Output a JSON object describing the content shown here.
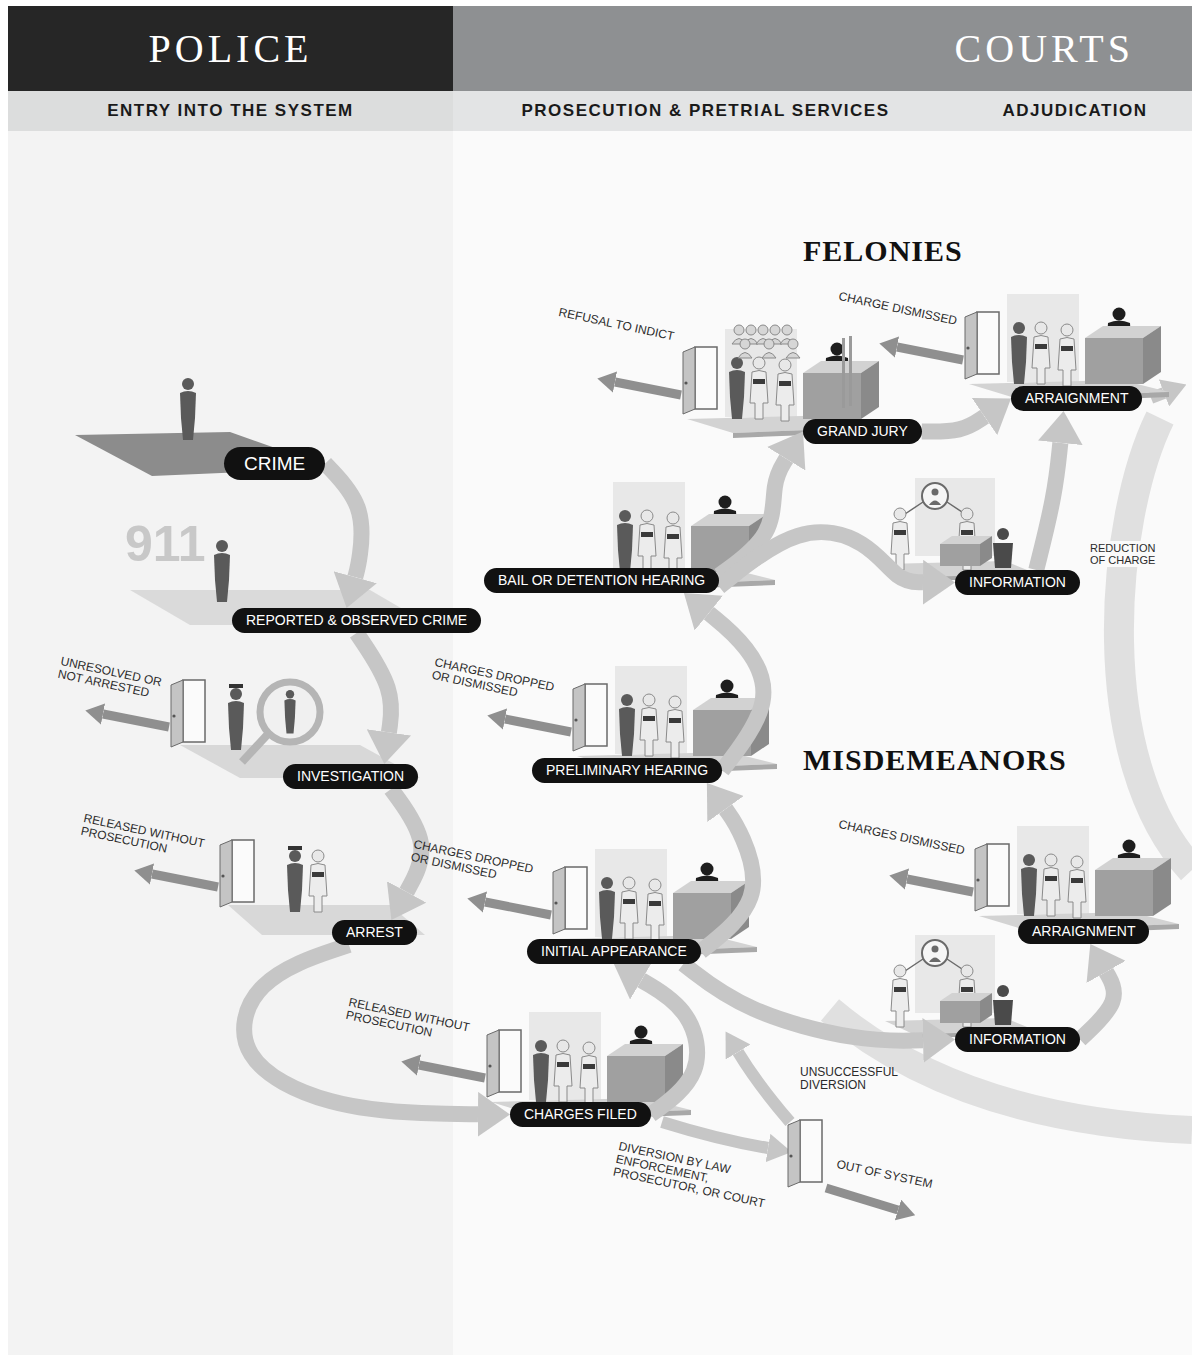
{
  "diagram": {
    "nodes": [
      {
        "text": [
          "POLICE"
        ]
      },
      {
        "text": [
          "COURTS"
        ]
      },
      {
        "text": [
          "ENTRY INTO THE SYSTEM"
        ]
      },
      {
        "text": [
          "PROSECUTION & PRETRIAL SERVICES"
        ]
      },
      {
        "text": [
          "ADJUDICATION"
        ]
      },
      {
        "text": [
          "CRIME"
        ]
      },
      {
        "text": [
          "REPORTED & OBSERVED CRIME"
        ]
      },
      {
        "text": [
          "INVESTIGATION"
        ]
      },
      {
        "text": [
          "ARREST"
        ]
      },
      {
        "text": [
          "CHARGES FILED"
        ]
      },
      {
        "text": [
          "INITIAL APPEARANCE"
        ]
      },
      {
        "text": [
          "PRELIMINARY HEARING"
        ]
      },
      {
        "text": [
          "BAIL OR DETENTION HEARING"
        ]
      },
      {
        "text": [
          "GRAND JURY"
        ]
      },
      {
        "text": [
          "INFORMATION"
        ]
      },
      {
        "text": [
          "ARRAIGNMENT"
        ]
      },
      {
        "text": [
          "ARRAIGNMENT"
        ]
      },
      {
        "text": [
          "INFORMATION"
        ]
      }
    ],
    "edges": [
      {
        "from": 5,
        "to": 6,
        "arrow": "to"
      },
      {
        "from": 6,
        "to": 7,
        "arrow": "to"
      },
      {
        "from": 7,
        "to": 8,
        "arrow": "to"
      },
      {
        "from": 8,
        "to": 9,
        "arrow": "to"
      },
      {
        "from": 9,
        "to": 10,
        "arrow": "to"
      },
      {
        "from": 10,
        "to": 11,
        "arrow": "to"
      },
      {
        "from": 11,
        "to": 12,
        "arrow": "to"
      },
      {
        "from": 12,
        "to": 13,
        "arrow": "to"
      },
      {
        "from": 12,
        "to": 14,
        "arrow": "to"
      },
      {
        "from": 13,
        "to": 15,
        "arrow": "to"
      },
      {
        "from": 14,
        "to": 15,
        "arrow": "to"
      },
      {
        "from": 10,
        "to": 17,
        "arrow": "to"
      },
      {
        "from": 17,
        "to": 16,
        "arrow": "to"
      }
    ],
    "labels": [
      "FELONIES",
      "MISDEMEANORS",
      "911",
      "REFUSAL TO INDICT",
      "CHARGE DISMISSED",
      "REDUCTION OF CHARGE",
      "UNRESOLVED OR NOT ARRESTED",
      "RELEASED WITHOUT PROSECUTION",
      "CHARGES DROPPED OR DISMISSED",
      "CHARGES DROPPED OR DISMISSED",
      "CHARGES DISMISSED",
      "RELEASED WITHOUT PROSECUTION",
      "UNSUCCESSFUL DIVERSION",
      "DIVERSION BY LAW ENFORCEMENT, PROSECUTOR, OR COURT",
      "OUT OF SYSTEM"
    ]
  }
}
